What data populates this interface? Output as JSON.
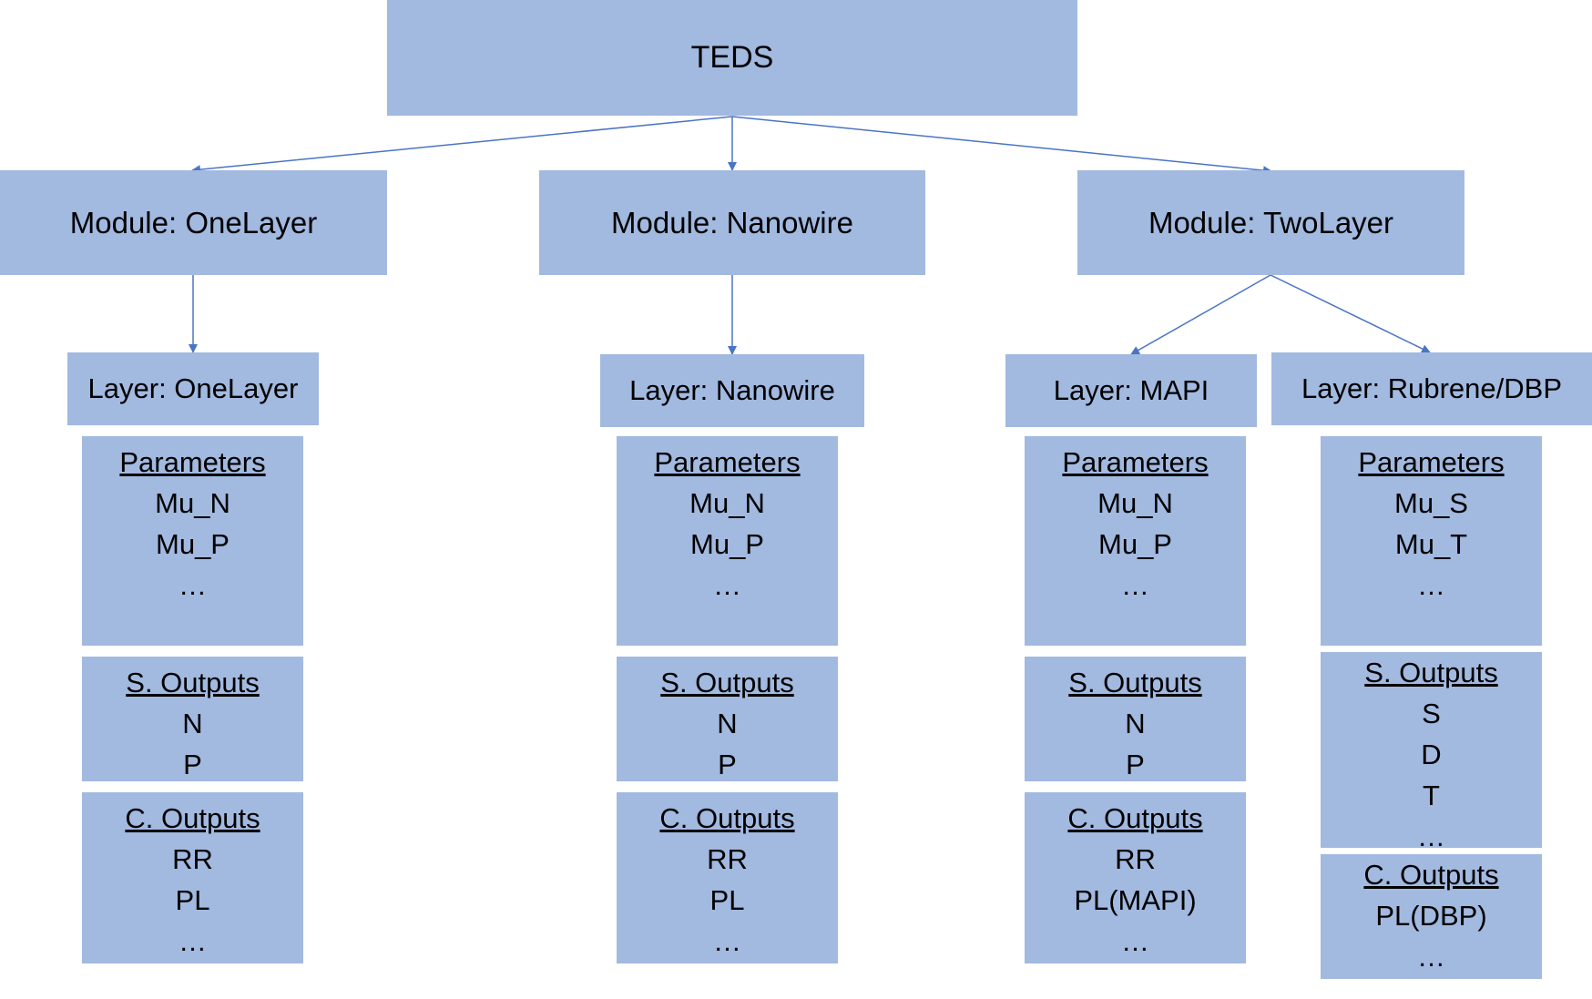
{
  "root": {
    "label": "TEDS"
  },
  "modules": [
    {
      "label": "Module: OneLayer"
    },
    {
      "label": "Module: Nanowire"
    },
    {
      "label": "Module: TwoLayer"
    }
  ],
  "layers": [
    {
      "label": "Layer: OneLayer",
      "parameters": {
        "heading": "Parameters",
        "items": [
          "Mu_N",
          "Mu_P",
          "…"
        ]
      },
      "s_outputs": {
        "heading": "S. Outputs",
        "items": [
          "N",
          "P"
        ]
      },
      "c_outputs": {
        "heading": "C. Outputs",
        "items": [
          "RR",
          "PL",
          "…"
        ]
      }
    },
    {
      "label": "Layer: Nanowire",
      "parameters": {
        "heading": "Parameters",
        "items": [
          "Mu_N",
          "Mu_P",
          "…"
        ]
      },
      "s_outputs": {
        "heading": "S. Outputs",
        "items": [
          "N",
          "P"
        ]
      },
      "c_outputs": {
        "heading": "C. Outputs",
        "items": [
          "RR",
          "PL",
          "…"
        ]
      }
    },
    {
      "label": "Layer: MAPI",
      "parameters": {
        "heading": "Parameters",
        "items": [
          "Mu_N",
          "Mu_P",
          "…"
        ]
      },
      "s_outputs": {
        "heading": "S. Outputs",
        "items": [
          "N",
          "P"
        ]
      },
      "c_outputs": {
        "heading": "C. Outputs",
        "items": [
          "RR",
          "PL(MAPI)",
          "…"
        ]
      }
    },
    {
      "label": "Layer: Rubrene/DBP",
      "parameters": {
        "heading": "Parameters",
        "items": [
          "Mu_S",
          "Mu_T",
          "…"
        ]
      },
      "s_outputs": {
        "heading": "S. Outputs",
        "items": [
          "S",
          "D",
          "T",
          "…"
        ]
      },
      "c_outputs": {
        "heading": "C. Outputs",
        "items": [
          "PL(DBP)",
          "…"
        ]
      }
    }
  ],
  "colors": {
    "box_fill": "#a2b9e0",
    "arrow": "#4a74c4"
  }
}
